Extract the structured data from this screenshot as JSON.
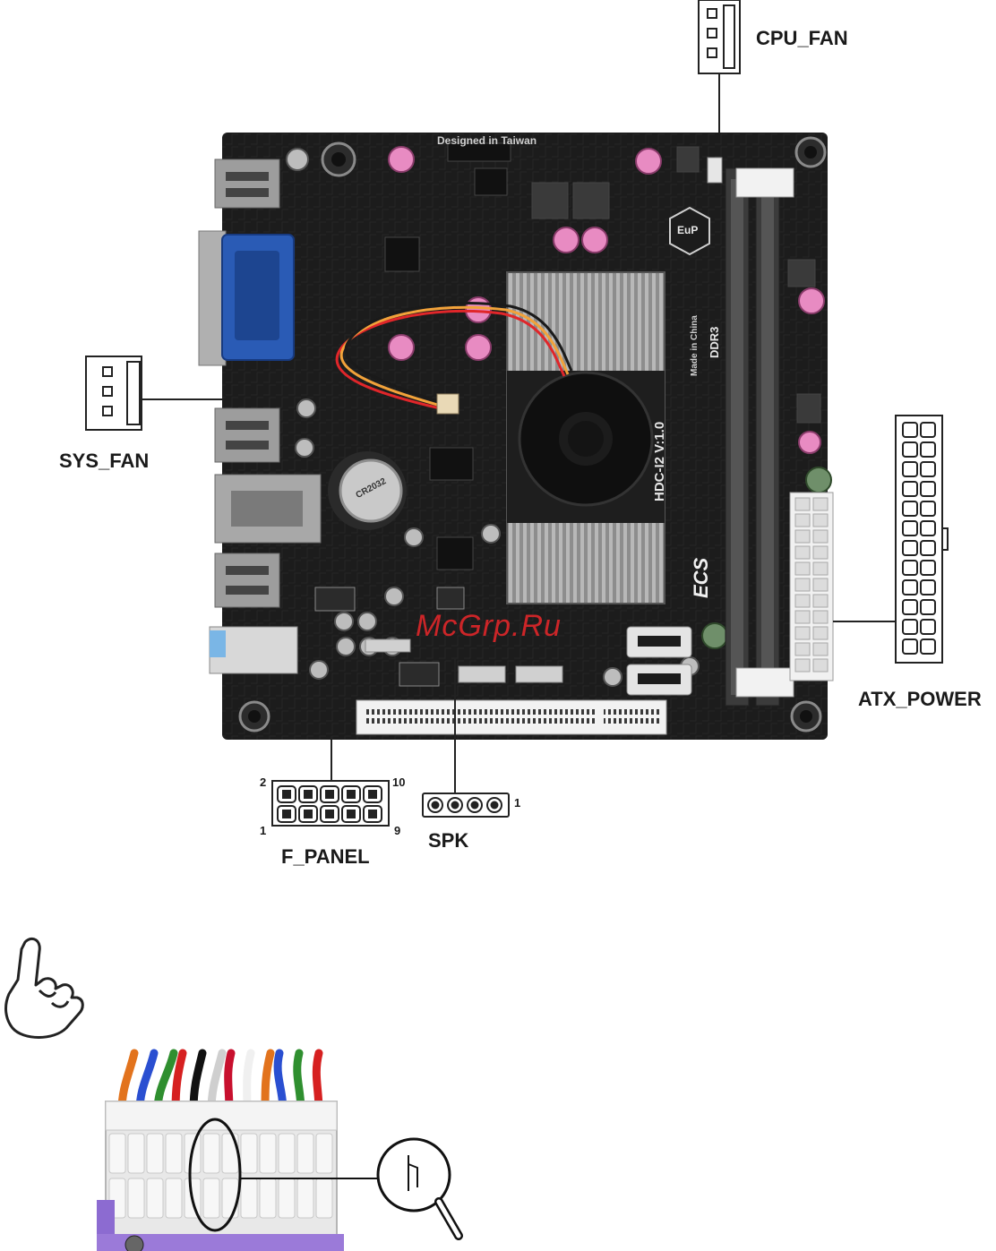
{
  "connectors": {
    "cpu_fan": "CPU_FAN",
    "sys_fan": "SYS_FAN",
    "atx_power": "ATX_POWER",
    "f_panel": "F_PANEL",
    "spk": "SPK"
  },
  "f_panel_pins": {
    "top_left": "2",
    "top_right": "10",
    "bottom_left": "1",
    "bottom_right": "9"
  },
  "spk_pin": "1",
  "board": {
    "silkscreen_top": "Designed in Taiwan",
    "model": "HDC-I2 V:1.0",
    "ram_label": "DDR3",
    "battery_label": "CR2032",
    "made_in": "Made in China",
    "brand": "ECS",
    "eup_badge": "EuP"
  },
  "watermark": "McGrp.Ru",
  "colors": {
    "board": "#1c1c1c",
    "heatsink": "#9a9a9a",
    "vga_port": "#2a5bb5",
    "capacitor_pink": "#e88bc2",
    "watermark": "#e0262a",
    "pci_slot": "#f2f2f2",
    "line": "#1a1a1a"
  },
  "wire_colors": [
    "#e2731d",
    "#2a4fd1",
    "#2f8f2f",
    "#d62020",
    "#111111",
    "#cfcfcf",
    "#c8102e",
    "#f0f0f0"
  ]
}
